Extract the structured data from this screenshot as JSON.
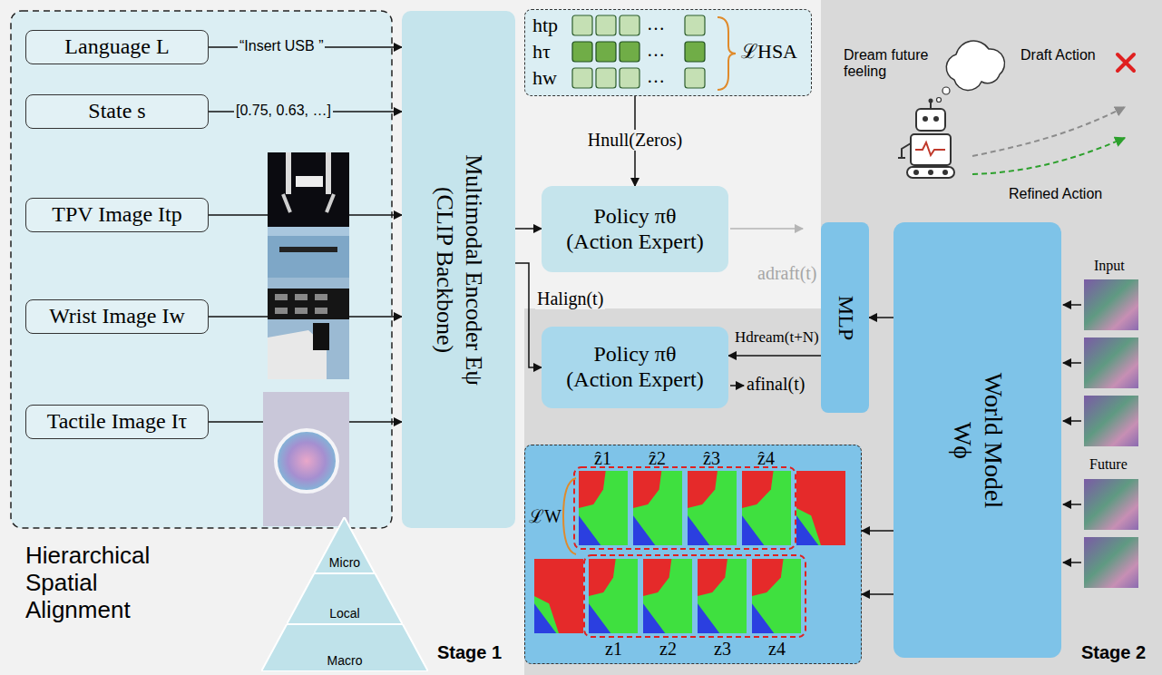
{
  "diagram": {
    "nodes": [
      {
        "text": [
          "Language L"
        ]
      },
      {
        "text": [
          "State s"
        ]
      },
      {
        "text": [
          "TPV Image Itp"
        ]
      },
      {
        "text": [
          "Wrist Image Iw"
        ]
      },
      {
        "text": [
          "Tactile Image Iτ"
        ]
      },
      {
        "text": [
          "Multimodal Encoder Eψ",
          "(CLIP Backbone)"
        ]
      },
      {
        "text": [
          "htp",
          "…",
          "hτ",
          "…",
          "hw",
          "…",
          "ℒHSA"
        ]
      },
      {
        "text": [
          "Policy πθ",
          "(Action Expert)"
        ]
      },
      {
        "text": [
          "Policy πθ",
          "(Action Expert)"
        ]
      },
      {
        "text": [
          "MLP"
        ]
      },
      {
        "text": [
          "World Model Wϕ"
        ]
      },
      {
        "text": [
          "ẑ1",
          "ẑ2",
          "ẑ3",
          "ẑ4",
          "ℒW",
          "z1",
          "z2",
          "z3",
          "z4"
        ]
      },
      {
        "text": [
          "Micro"
        ]
      },
      {
        "text": [
          "Local"
        ]
      },
      {
        "text": [
          "Macro"
        ]
      }
    ],
    "edges": [
      {
        "from": 0,
        "to": 5,
        "arrow": "to"
      },
      {
        "from": 1,
        "to": 5,
        "arrow": "to"
      },
      {
        "from": 2,
        "to": 5,
        "arrow": "to"
      },
      {
        "from": 3,
        "to": 5,
        "arrow": "to"
      },
      {
        "from": 4,
        "to": 5,
        "arrow": "to"
      },
      {
        "from": 5,
        "to": 7,
        "arrow": "to"
      },
      {
        "from": 5,
        "to": 8,
        "label": "Halign(t)",
        "arrow": "to"
      },
      {
        "from": 6,
        "to": 7,
        "label": "Hnull(Zeros)",
        "arrow": "to"
      },
      {
        "from": 9,
        "to": 8,
        "label": "Hdream(t+N)",
        "arrow": "to"
      },
      {
        "from": 10,
        "to": 9,
        "arrow": "to"
      },
      {
        "from": 10,
        "to": 11,
        "arrow": "to"
      },
      {
        "from": 10,
        "to": 11,
        "arrow": "to"
      }
    ],
    "labels": [
      "“Insert USB ”",
      "[0.75, 0.63, …]",
      "adraft(t)",
      "afinal(t)",
      "Dream future feeling",
      "Draft Action",
      "Refined Action",
      "Input",
      "Future",
      "Hierarchical Spatial Alignment",
      "Stage 1",
      "Stage 2"
    ]
  }
}
